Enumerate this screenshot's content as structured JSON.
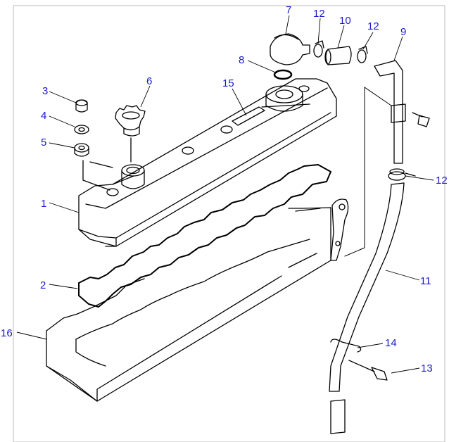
{
  "diagram": {
    "type": "exploded-parts-diagram",
    "colors": {
      "line": "#000000",
      "callout": "#1a1acc",
      "background": "#ffffff",
      "frame": "#bbbbbb"
    },
    "callouts": [
      {
        "id": "c1",
        "label": "1"
      },
      {
        "id": "c2",
        "label": "2"
      },
      {
        "id": "c3",
        "label": "3"
      },
      {
        "id": "c4",
        "label": "4"
      },
      {
        "id": "c5",
        "label": "5"
      },
      {
        "id": "c6",
        "label": "6"
      },
      {
        "id": "c7",
        "label": "7"
      },
      {
        "id": "c8",
        "label": "8"
      },
      {
        "id": "c9",
        "label": "9"
      },
      {
        "id": "c10",
        "label": "10"
      },
      {
        "id": "c11",
        "label": "11"
      },
      {
        "id": "c12a",
        "label": "12"
      },
      {
        "id": "c12b",
        "label": "12"
      },
      {
        "id": "c12c",
        "label": "12"
      },
      {
        "id": "c13",
        "label": "13"
      },
      {
        "id": "c14",
        "label": "14"
      },
      {
        "id": "c15",
        "label": "15"
      },
      {
        "id": "c16",
        "label": "16"
      }
    ]
  }
}
